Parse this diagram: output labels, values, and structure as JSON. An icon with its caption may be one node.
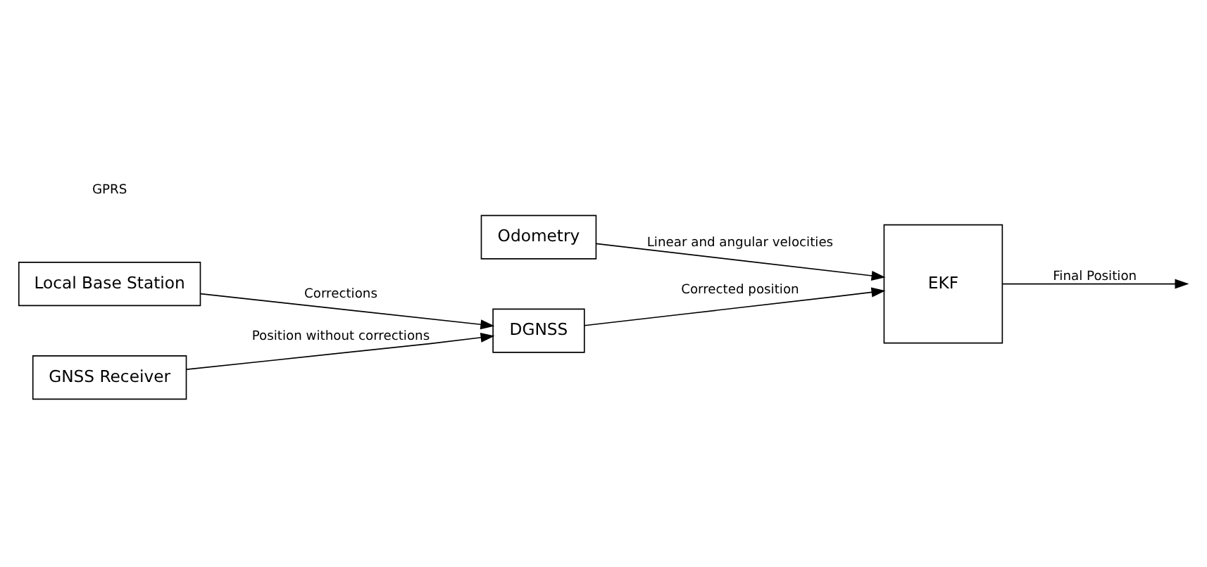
{
  "diagram": {
    "nodes": [
      {
        "text": [
          "Odometry"
        ]
      },
      {
        "text": [
          "Local Base Station"
        ]
      },
      {
        "text": [
          "GNSS Receiver"
        ]
      },
      {
        "text": [
          "DGNSS"
        ]
      },
      {
        "text": [
          "EKF"
        ]
      }
    ],
    "edges": [
      {
        "from": 0,
        "to": 4,
        "arrow": "to",
        "label": "Linear and angular velocities"
      },
      {
        "from": 1,
        "to": 3,
        "arrow": "to",
        "label": "Corrections"
      },
      {
        "from": 2,
        "to": 3,
        "arrow": "to",
        "label": "Position without corrections"
      },
      {
        "from": 3,
        "to": 4,
        "arrow": "to",
        "label": "Corrected position"
      },
      {
        "from": 4,
        "to": null,
        "arrow": "to",
        "label": "Final Position"
      }
    ],
    "labels": [
      "GPRS"
    ]
  }
}
